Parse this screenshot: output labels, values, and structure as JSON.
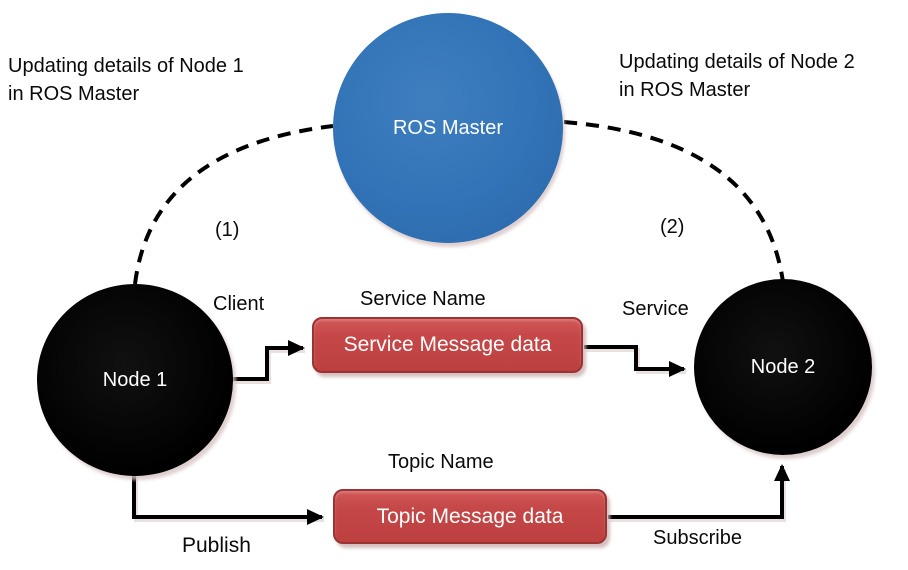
{
  "diagram": {
    "title_hint": "ROS communication diagram",
    "master": {
      "label": "ROS Master",
      "color": "#3173b6"
    },
    "node1": {
      "label": "Node 1",
      "color": "#000000"
    },
    "node2": {
      "label": "Node 2",
      "color": "#000000"
    },
    "annotations": {
      "left": {
        "line1": "Updating details of Node 1",
        "line2": "in ROS Master"
      },
      "right": {
        "line1": "Updating details of Node 2",
        "line2": "in ROS Master"
      }
    },
    "steps": {
      "one": "(1)",
      "two": "(2)"
    },
    "labels": {
      "client": "Client",
      "service": "Service",
      "service_name": "Service Name",
      "topic_name": "Topic Name",
      "publish": "Publish",
      "subscribe": "Subscribe"
    },
    "service_box": {
      "label": "Service Message data",
      "color": "#c54747"
    },
    "topic_box": {
      "label": "Topic Message data",
      "color": "#c54747"
    },
    "icons": {
      "dashed_link": "dashed-curve-connector",
      "arrow": "solid-arrow-connector"
    }
  }
}
